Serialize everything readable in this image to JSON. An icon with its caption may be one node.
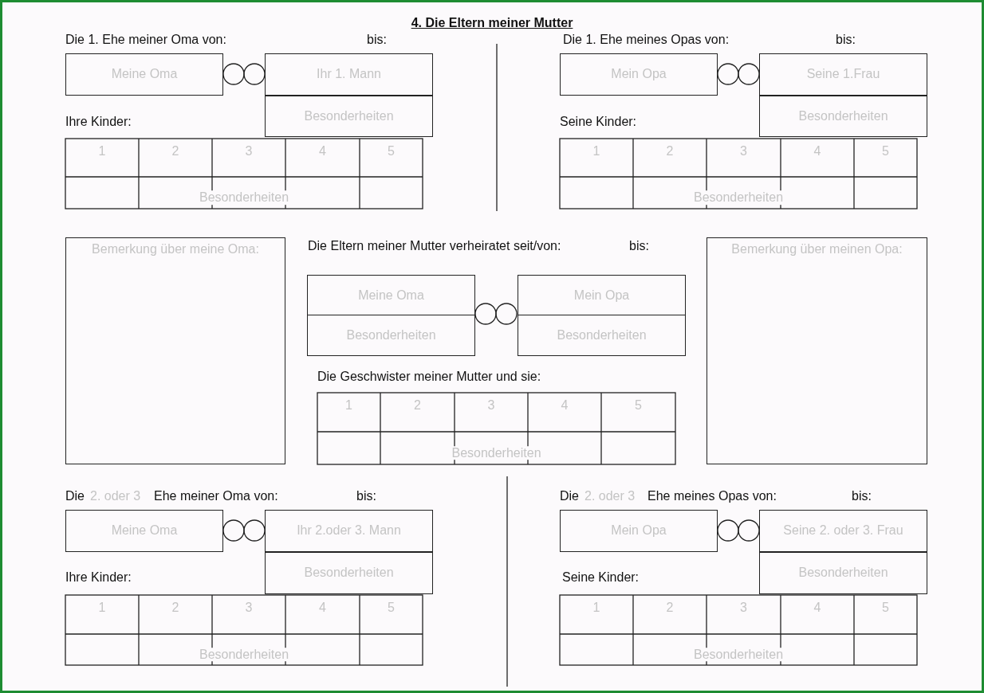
{
  "diagram": {
    "title": "4. Die Eltern meiner Mutter",
    "nodes": [
      {
        "text": [
          "Meine Oma"
        ]
      },
      {
        "text": [
          "Ihr 1. Mann"
        ]
      },
      {
        "text": [
          "Besonderheiten"
        ]
      },
      {
        "text": [
          "Mein Opa"
        ]
      },
      {
        "text": [
          "Seine 1.Frau"
        ]
      },
      {
        "text": [
          "Besonderheiten"
        ]
      },
      {
        "text": [
          "Bemerkung über meine Oma:"
        ]
      },
      {
        "text": [
          "Meine Oma",
          "Besonderheiten"
        ]
      },
      {
        "text": [
          "Mein Opa",
          "Besonderheiten"
        ]
      },
      {
        "text": [
          "Bemerkung über meinen Opa:"
        ]
      },
      {
        "text": [
          "Meine Oma"
        ]
      },
      {
        "text": [
          "Ihr 2.oder 3. Mann"
        ]
      },
      {
        "text": [
          "Besonderheiten"
        ]
      },
      {
        "text": [
          "Mein Opa"
        ]
      },
      {
        "text": [
          "Seine 2. oder 3. Frau"
        ]
      },
      {
        "text": [
          "Besonderheiten"
        ]
      }
    ],
    "labels": [
      "Die 1. Ehe meiner Oma von:",
      "bis:",
      "Die 1. Ehe meines Opas von:",
      "bis:",
      "Ihre Kinder:",
      "Seine Kinder:",
      "1",
      "2",
      "3",
      "4",
      "5",
      "Besonderheiten",
      "1",
      "2",
      "3",
      "4",
      "5",
      "Besonderheiten",
      "Die Eltern meiner Mutter verheiratet seit/von:",
      "bis:",
      "Die Geschwister meiner Mutter und sie:",
      "1",
      "2",
      "3",
      "4",
      "5",
      "Besonderheiten",
      "Die",
      "2. oder 3",
      "Ehe meiner Oma von:",
      "bis:",
      "Die",
      "2. oder 3",
      "Ehe meines Opas von:",
      "bis:",
      "Ihre Kinder:",
      "Seine Kinder:",
      "1",
      "2",
      "3",
      "4",
      "5",
      "Besonderheiten",
      "1",
      "2",
      "3",
      "4",
      "5",
      "Besonderheiten"
    ]
  }
}
